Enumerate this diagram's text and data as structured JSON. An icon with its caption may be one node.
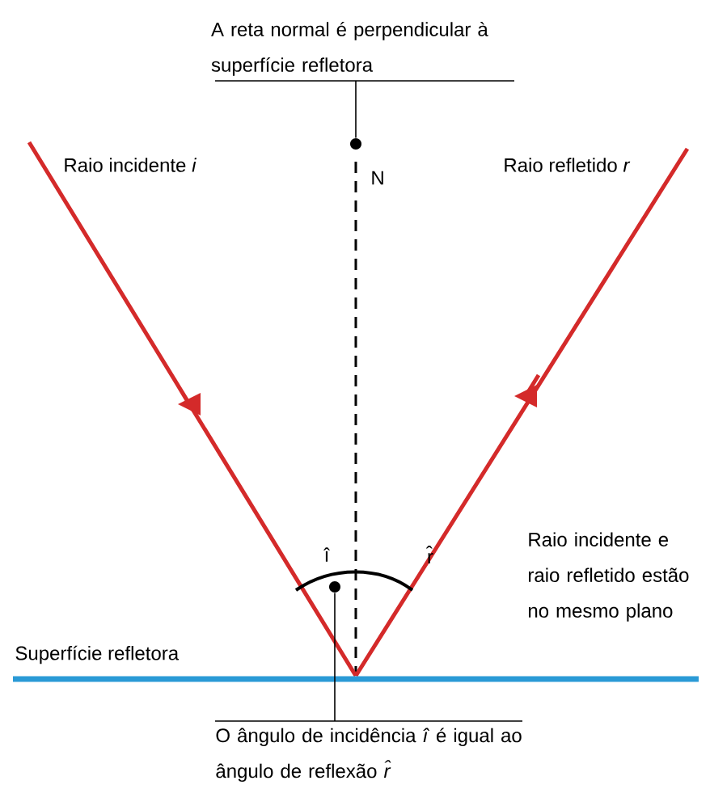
{
  "diagram": {
    "nodes": [
      {
        "text": [
          "A reta normal é perpendicular à superfície refletora"
        ]
      },
      {
        "text": [],
        "shape": "circle"
      },
      {
        "text": [
          "O ângulo de incidência *î* é igual ao ângulo de reflexão *r̂*"
        ]
      },
      {
        "text": [],
        "shape": "circle"
      }
    ],
    "edges": [
      {
        "from": 0,
        "to": 1,
        "arrow": "none"
      },
      {
        "from": 2,
        "to": 3,
        "arrow": "none"
      }
    ],
    "labels": [
      "Raio incidente *i*",
      "N",
      "Raio refletido *r*",
      "î",
      "r̂",
      "Raio incidente e raio refletido estão no mesmo plano",
      "Superfície refletora"
    ]
  }
}
